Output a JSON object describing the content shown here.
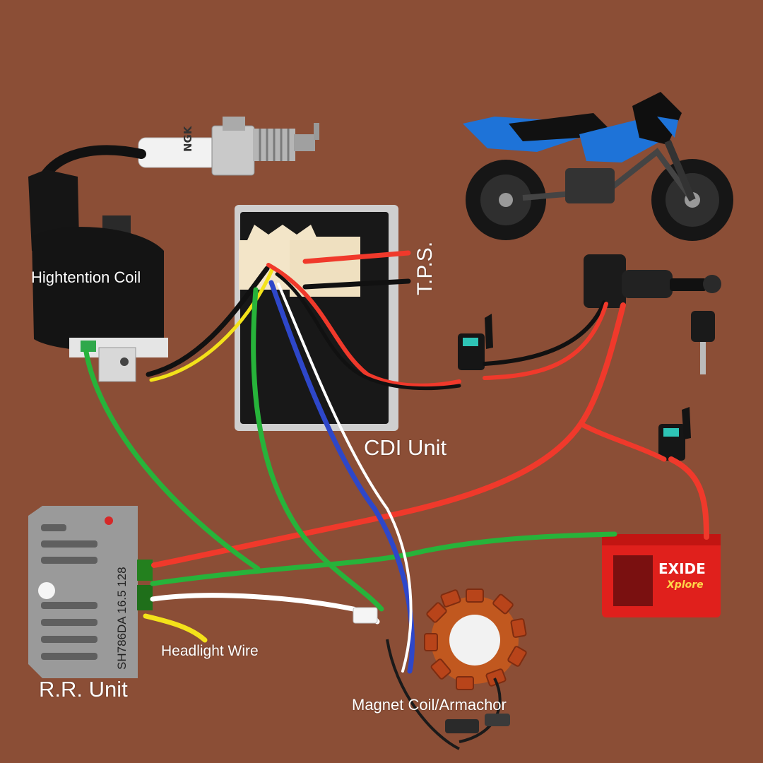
{
  "labels": {
    "coil": "Hightention Coil",
    "cdi": "CDI Unit",
    "tps": "T.P.S.",
    "rr": "R.R. Unit",
    "headlight": "Headlight Wire",
    "magnet": "Magnet Coil/Armachor"
  },
  "component_text": {
    "rr_part": "SH786DA 16.5 128",
    "battery_brand": "EXIDE",
    "battery_sub": "Xplore",
    "plug": "NGK"
  },
  "colors": {
    "background": "#8b4e36",
    "wire_red": "#f0392b",
    "wire_green": "#27b33a",
    "wire_black": "#111111",
    "wire_yellow": "#f3e21a",
    "wire_blue": "#2e47c9",
    "wire_white": "#ffffff",
    "battery_red": "#e0201c",
    "bike_blue": "#1e73d8"
  }
}
